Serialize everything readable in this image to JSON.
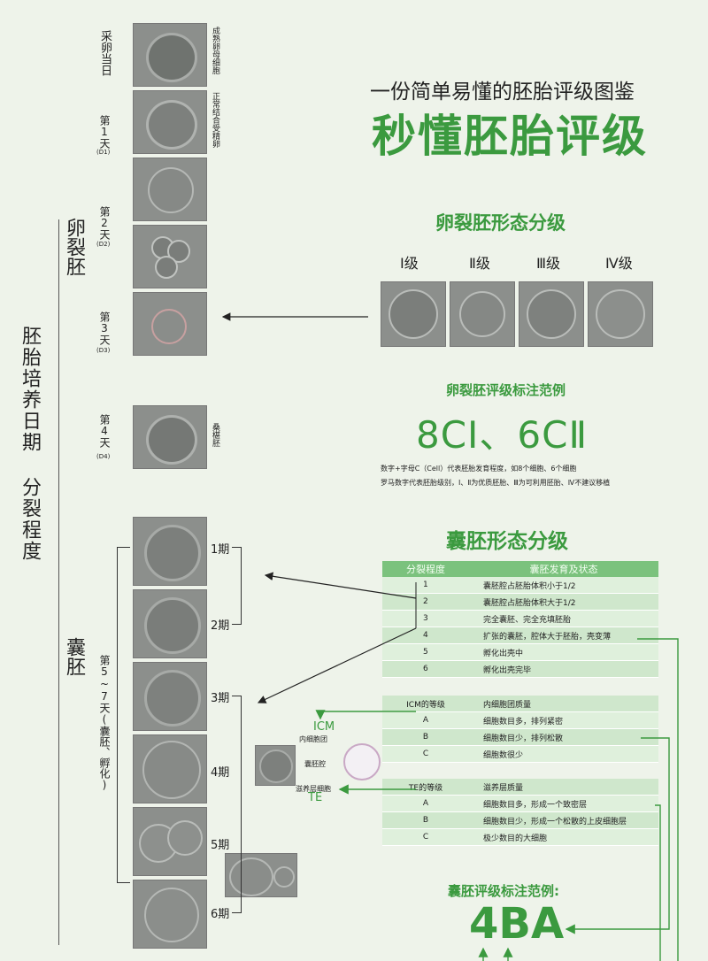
{
  "header": {
    "subtitle": "一份简单易懂的胚胎评级图鉴",
    "title": "秒懂胚胎评级"
  },
  "left_labels": {
    "main_axis": "胚胎培养日期 分裂程度",
    "cleavage": "卵裂胚",
    "blastocyst": "囊胚"
  },
  "days": [
    {
      "day": "采卵当日",
      "sub": ""
    },
    {
      "day": "第1天",
      "sub": "(D1)"
    },
    {
      "day": "第2天",
      "sub": "(D2)"
    },
    {
      "day": "第3天",
      "sub": "(D3)"
    },
    {
      "day": "第4天",
      "sub": "(D4)"
    }
  ],
  "day_notes": {
    "d0": "成熟卵母细胞",
    "d1": "正常结合受精卵",
    "d4": "桑椹胚"
  },
  "blast_days": "第5~7天(囊胚、孵化)",
  "stages": [
    "1期",
    "2期",
    "3期",
    "4期",
    "5期",
    "6期"
  ],
  "cleavage_section": {
    "heading": "卵裂胚形态分级",
    "grades": [
      "Ⅰ级",
      "Ⅱ级",
      "Ⅲ级",
      "Ⅳ级"
    ],
    "example_title": "卵裂胚评级标注范例",
    "example_value": "8CⅠ、6CⅡ",
    "note1": "数字+字母C（Cell）代表胚胎发育程度，如8个细胞、6个细胞",
    "note2": "罗马数字代表胚胎级别，Ⅰ、Ⅱ为优质胚胎、Ⅲ为可利用胚胎、Ⅳ不建议移植"
  },
  "blastocyst_section": {
    "heading": "囊胚形态分级",
    "col1_header": "分裂程度",
    "col2_header": "囊胚发育及状态",
    "stage_rows": [
      {
        "n": "1",
        "desc": "囊胚腔占胚胎体积小于1/2"
      },
      {
        "n": "2",
        "desc": "囊胚腔占胚胎体积大于1/2"
      },
      {
        "n": "3",
        "desc": "完全囊胚、完全充填胚胎"
      },
      {
        "n": "4",
        "desc": "扩张的囊胚，腔体大于胚胎，壳变薄"
      },
      {
        "n": "5",
        "desc": "孵化出壳中"
      },
      {
        "n": "6",
        "desc": "孵化出壳完毕"
      }
    ],
    "icm_header": "ICM的等级",
    "icm_header2": "内细胞团质量",
    "icm_rows": [
      {
        "g": "A",
        "desc": "细胞数目多，排列紧密"
      },
      {
        "g": "B",
        "desc": "细胞数目少，排列松散"
      },
      {
        "g": "C",
        "desc": "细胞数很少"
      }
    ],
    "te_header": "TE的等级",
    "te_header2": "滋养层质量",
    "te_rows": [
      {
        "g": "A",
        "desc": "细胞数目多，形成一个致密层"
      },
      {
        "g": "B",
        "desc": "细胞数目少，形成一个松散的上皮细胞层"
      },
      {
        "g": "C",
        "desc": "极少数目的大细胞"
      }
    ],
    "example_title": "囊胚评级标注范例:",
    "example_value": "4BA"
  },
  "diagram": {
    "icm": "ICM",
    "icm_label": "内细胞团",
    "cavity_label": "囊胚腔",
    "te_label": "滋养层细胞",
    "te": "TE"
  },
  "colors": {
    "accent": "#3b9a3f",
    "table_header": "#7bc27d",
    "bg": "#eef3ea"
  }
}
